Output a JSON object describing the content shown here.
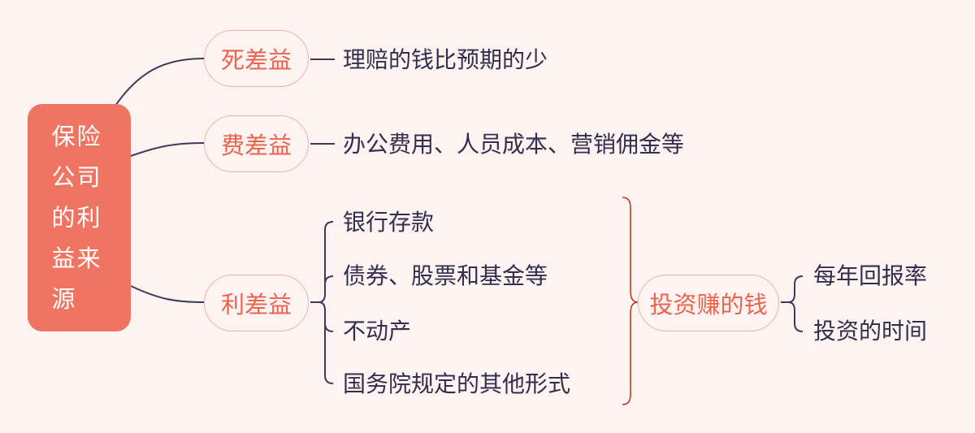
{
  "root": {
    "label": "保险公司的利益来源"
  },
  "branches": [
    {
      "label": "死差益",
      "detail": "理赔的钱比预期的少"
    },
    {
      "label": "费差益",
      "detail": "办公费用、人员成本、营销佣金等"
    },
    {
      "label": "利差益",
      "items": [
        "银行存款",
        "债券、股票和基金等",
        "不动产",
        "国务院规定的其他形式"
      ],
      "sub": {
        "label": "投资赚的钱",
        "items": [
          "每年回报率",
          "投资的时间"
        ]
      }
    }
  ],
  "colors": {
    "background": "#fdf4f1",
    "root_fill": "#f07462",
    "pill_border": "#f0b3a9",
    "pill_text": "#ec6350",
    "text": "#332e4e",
    "connector": "#3d3a5c",
    "bracket_red": "#c0392b"
  }
}
